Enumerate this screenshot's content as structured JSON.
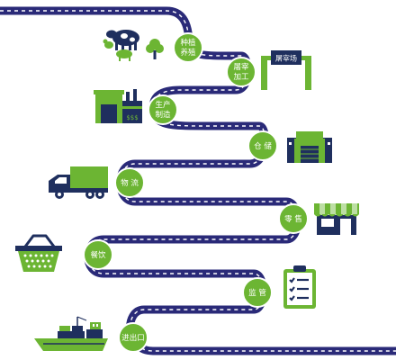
{
  "colors": {
    "road": "#2a2a78",
    "road_dash": "#ffffff",
    "circle": "#6cb533",
    "icon_green": "#6cb533",
    "icon_navy": "#1f2f5e"
  },
  "stages": [
    {
      "id": "farming",
      "lines": [
        "种植",
        "养殖"
      ],
      "icon": "livestock-icon"
    },
    {
      "id": "slaughter",
      "lines": [
        "屠宰",
        "加工"
      ],
      "icon": "slaughterhouse-gate-icon"
    },
    {
      "id": "production",
      "lines": [
        "生产",
        "制造"
      ],
      "icon": "factory-icon"
    },
    {
      "id": "storage",
      "lines": [
        "仓 储"
      ],
      "icon": "warehouse-icon"
    },
    {
      "id": "logistics",
      "lines": [
        "物 流"
      ],
      "icon": "truck-icon"
    },
    {
      "id": "retail",
      "lines": [
        "零 售"
      ],
      "icon": "store-icon"
    },
    {
      "id": "catering",
      "lines": [
        "餐饮"
      ],
      "icon": "basket-icon"
    },
    {
      "id": "supervision",
      "lines": [
        "监 管"
      ],
      "icon": "clipboard-icon"
    },
    {
      "id": "import_export",
      "lines": [
        "进出口"
      ],
      "icon": "cargo-ship-icon"
    }
  ],
  "gate_sign": "屠宰场",
  "store_price": "$$$"
}
